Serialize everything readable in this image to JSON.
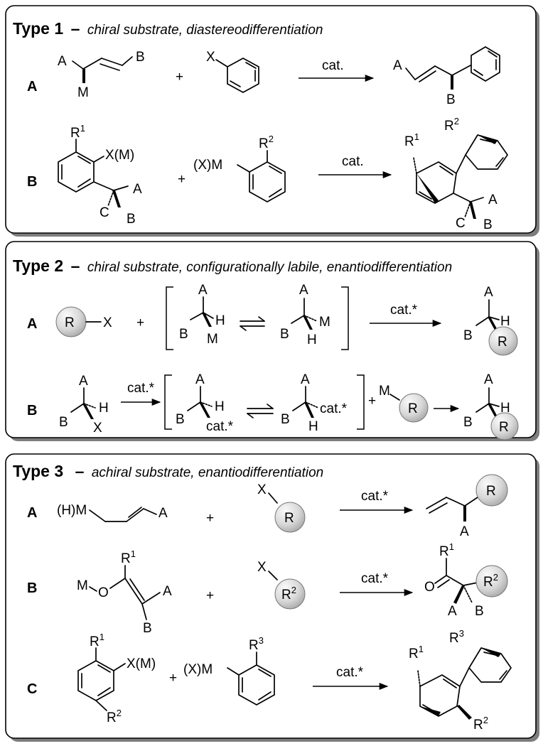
{
  "panel1": {
    "title": "Type 1",
    "dash": "–",
    "subtitle": "chiral substrate, diastereodifferentiation",
    "rowA": {
      "row_label": "A",
      "reactant1": {
        "A": "A",
        "B": "B",
        "M": "M"
      },
      "plus": "+",
      "reactant2": {
        "X": "X"
      },
      "arrow_label": "cat.",
      "product": {
        "A": "A",
        "B": "B"
      }
    },
    "rowB": {
      "row_label": "B",
      "reactant1": {
        "R": "R",
        "R_sup": "1",
        "XM": "X(M)",
        "A": "A",
        "B": "B",
        "C": "C"
      },
      "plus": "+",
      "reactant2": {
        "XM": "(X)M",
        "R": "R",
        "R_sup": "2"
      },
      "arrow_label": "cat.",
      "product": {
        "R1": "R",
        "R1_sup": "1",
        "R2": "R",
        "R2_sup": "2",
        "A": "A",
        "B": "B",
        "C": "C"
      }
    }
  },
  "panel2": {
    "title": "Type 2",
    "dash": "–",
    "subtitle": "chiral substrate, configurationally labile, enantiodifferentiation",
    "rowA": {
      "row_label": "A",
      "reactant1": {
        "R": "R",
        "X": "X"
      },
      "plus": "+",
      "eq_left": {
        "A": "A",
        "B": "B",
        "H": "H",
        "M": "M"
      },
      "eq_right": {
        "A": "A",
        "B": "B",
        "M": "M",
        "H": "H"
      },
      "arrow_label": "cat.*",
      "product": {
        "A": "A",
        "B": "B",
        "H": "H",
        "R": "R"
      }
    },
    "rowB": {
      "row_label": "B",
      "reactant1": {
        "A": "A",
        "B": "B",
        "H": "H",
        "X": "X"
      },
      "arrow1_label": "cat.*",
      "eq_left": {
        "A": "A",
        "B": "B",
        "H": "H",
        "cat": "cat.*"
      },
      "eq_right": {
        "A": "A",
        "B": "B",
        "cat": "cat.*",
        "H": "H"
      },
      "plus": "+",
      "reagent": {
        "M": "M",
        "R": "R"
      },
      "product": {
        "A": "A",
        "B": "B",
        "H": "H",
        "R": "R"
      }
    }
  },
  "panel3": {
    "title": "Type 3",
    "dash": "–",
    "subtitle": "achiral substrate, enantiodifferentiation",
    "rowA": {
      "row_label": "A",
      "reactant1": {
        "HM": "(H)M",
        "A": "A"
      },
      "plus": "+",
      "reactant2": {
        "X": "X",
        "R": "R"
      },
      "arrow_label": "cat.*",
      "product": {
        "R": "R",
        "A": "A"
      }
    },
    "rowB": {
      "row_label": "B",
      "reactant1": {
        "M": "M",
        "O": "O",
        "R": "R",
        "R_sup": "1",
        "A": "A",
        "B": "B"
      },
      "plus": "+",
      "reactant2": {
        "X": "X",
        "R": "R",
        "R_sup": "2"
      },
      "arrow_label": "cat.*",
      "product": {
        "R1": "R",
        "R1_sup": "1",
        "O": "O",
        "R2": "R",
        "R2_sup": "2",
        "A": "A",
        "B": "B"
      }
    },
    "rowC": {
      "row_label": "C",
      "reactant1": {
        "R1": "R",
        "R1_sup": "1",
        "XM": "X(M)",
        "R2": "R",
        "R2_sup": "2"
      },
      "plus": "+",
      "reactant2": {
        "XM": "(X)M",
        "R3": "R",
        "R3_sup": "3"
      },
      "arrow_label": "cat.*",
      "product": {
        "R1": "R",
        "R1_sup": "1",
        "R3": "R",
        "R3_sup": "3",
        "R2": "R",
        "R2_sup": "2"
      }
    }
  }
}
